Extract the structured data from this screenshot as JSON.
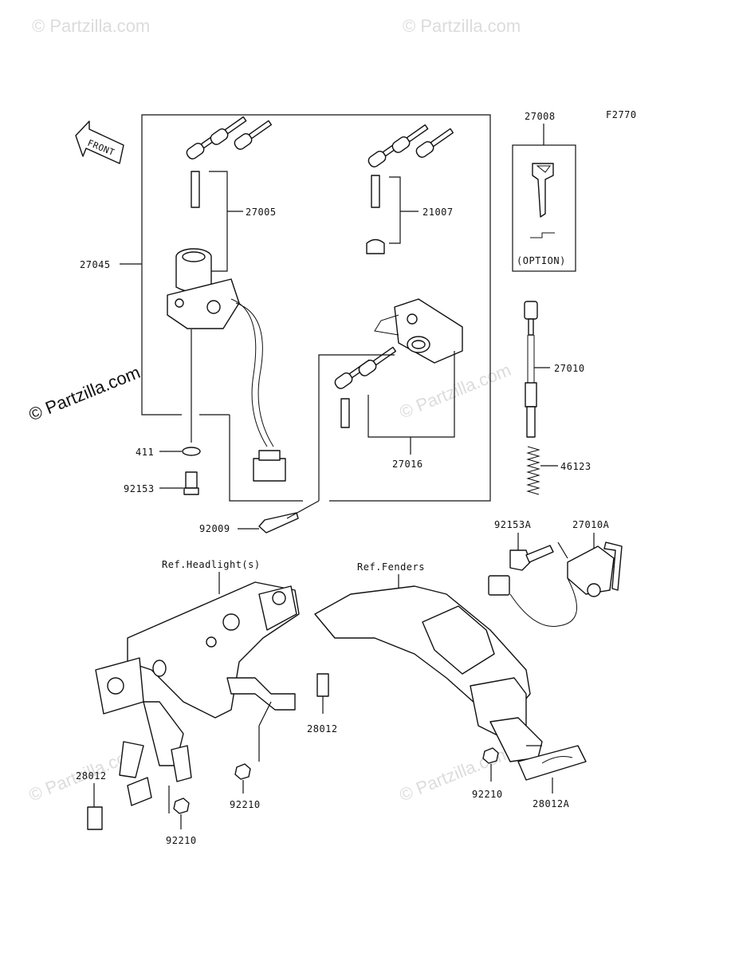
{
  "figure_code": "F2770",
  "front_label": "FRONT",
  "watermark": "© Partzilla.com",
  "callouts": {
    "p27045": "27045",
    "p27005": "27005",
    "p21007": "21007",
    "p27008": "27008",
    "option": "(OPTION)",
    "p27010": "27010",
    "p46123": "46123",
    "p27016": "27016",
    "p411": "411",
    "p92153": "92153",
    "p92009": "92009",
    "p92153A": "92153A",
    "p27010A": "27010A",
    "ref_headlight": "Ref.Headlight(s)",
    "ref_fenders": "Ref.Fenders",
    "p28012_right": "28012",
    "p28012_left": "28012",
    "p92210_mid": "92210",
    "p92210_left": "92210",
    "p92210_right": "92210",
    "p28012A": "28012A"
  }
}
